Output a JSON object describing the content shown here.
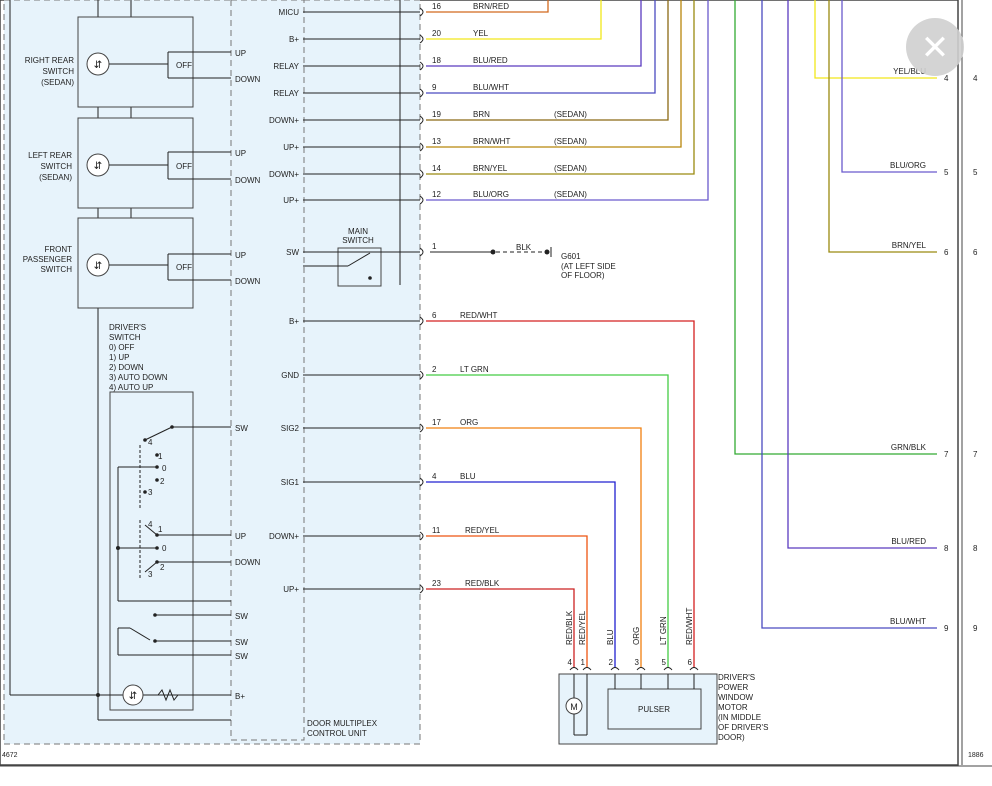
{
  "colors": {
    "frame": "#444444",
    "panel": "#e7f3fb",
    "dash": "#777777",
    "wire_black": "#222222",
    "brn_red": "#d2691e",
    "yel": "#f2e81a",
    "blu_red": "#5b3bbf",
    "blu_wht": "#4a4ac0",
    "brn": "#8b6914",
    "brn_wht": "#b8860b",
    "brn_yel": "#9a8a10",
    "blu_org": "#6a5acd",
    "red_wht": "#d42020",
    "lt_grn": "#44cc44",
    "org": "#f08010",
    "blu": "#2020d0",
    "red_yel": "#ee5511",
    "red_blk": "#cc2222",
    "grn_blk": "#33aa33",
    "close_bg": "#cfcfcf"
  },
  "switches": {
    "right_rear": [
      "RIGHT REAR",
      "SWITCH",
      "(SEDAN)"
    ],
    "left_rear": [
      "LEFT REAR",
      "SWITCH",
      "(SEDAN)"
    ],
    "front_passenger": [
      "FRONT",
      "PASSENGER",
      "SWITCH"
    ],
    "up": "UP",
    "down": "DOWN",
    "off": "OFF",
    "drivers_switch": [
      "DRIVER'S",
      "SWITCH",
      "0) OFF",
      "1) UP",
      "2) DOWN",
      "3) AUTO DOWN",
      "4) AUTO UP"
    ],
    "sw": "SW",
    "bplus": "B+",
    "main_switch": [
      "MAIN",
      "SWITCH"
    ],
    "pos": [
      "4",
      "1",
      "0",
      "2",
      "3"
    ]
  },
  "unit_pins": [
    {
      "label": "MICU",
      "pin": "16",
      "wire": "BRN/RED",
      "note": ""
    },
    {
      "label": "B+",
      "pin": "20",
      "wire": "YEL",
      "note": ""
    },
    {
      "label": "RELAY",
      "pin": "18",
      "wire": "BLU/RED",
      "note": ""
    },
    {
      "label": "RELAY",
      "pin": "9",
      "wire": "BLU/WHT",
      "note": ""
    },
    {
      "label": "DOWN+",
      "pin": "19",
      "wire": "BRN",
      "note": "(SEDAN)"
    },
    {
      "label": "UP+",
      "pin": "13",
      "wire": "BRN/WHT",
      "note": "(SEDAN)"
    },
    {
      "label": "DOWN+",
      "pin": "14",
      "wire": "BRN/YEL",
      "note": "(SEDAN)"
    },
    {
      "label": "UP+",
      "pin": "12",
      "wire": "BLU/ORG",
      "note": "(SEDAN)"
    },
    {
      "label": "SW",
      "pin": "1",
      "wire": "BLK",
      "note": ""
    },
    {
      "label": "B+",
      "pin": "6",
      "wire": "RED/WHT",
      "note": ""
    },
    {
      "label": "GND",
      "pin": "2",
      "wire": "LT GRN",
      "note": ""
    },
    {
      "label": "SIG2",
      "pin": "17",
      "wire": "ORG",
      "note": ""
    },
    {
      "label": "SIG1",
      "pin": "4",
      "wire": "BLU",
      "note": ""
    },
    {
      "label": "DOWN+",
      "pin": "11",
      "wire": "RED/YEL",
      "note": ""
    },
    {
      "label": "UP+",
      "pin": "23",
      "wire": "RED/BLK",
      "note": ""
    }
  ],
  "ground": {
    "wire": "BLK",
    "name": "G601",
    "note": [
      "(AT LEFT SIDE",
      "OF FLOOR)"
    ]
  },
  "unit_name": [
    "DOOR MULTIPLEX",
    "CONTROL UNIT"
  ],
  "motor": {
    "wires": [
      "RED/BLK",
      "RED/YEL",
      "BLU",
      "ORG",
      "LT GRN",
      "RED/WHT"
    ],
    "pins": [
      "4",
      "1",
      "2",
      "3",
      "5",
      "6"
    ],
    "pulser": "PULSER",
    "m": "M",
    "name": [
      "DRIVER'S",
      "POWER",
      "WINDOW",
      "MOTOR",
      "(IN MIDDLE",
      "OF DRIVER'S",
      "DOOR)"
    ]
  },
  "right_conn": [
    {
      "wire": "YEL/BLU",
      "pin": "4",
      "outer": "4"
    },
    {
      "wire": "BLU/ORG",
      "pin": "5",
      "outer": "5"
    },
    {
      "wire": "BRN/YEL",
      "pin": "6",
      "outer": "6"
    },
    {
      "wire": "GRN/BLK",
      "pin": "7",
      "outer": "7"
    },
    {
      "wire": "BLU/RED",
      "pin": "8",
      "outer": "8"
    },
    {
      "wire": "BLU/WHT",
      "pin": "9",
      "outer": "9"
    }
  ],
  "codes": {
    "left": "4672",
    "right": "1886"
  },
  "close_label": "✕"
}
